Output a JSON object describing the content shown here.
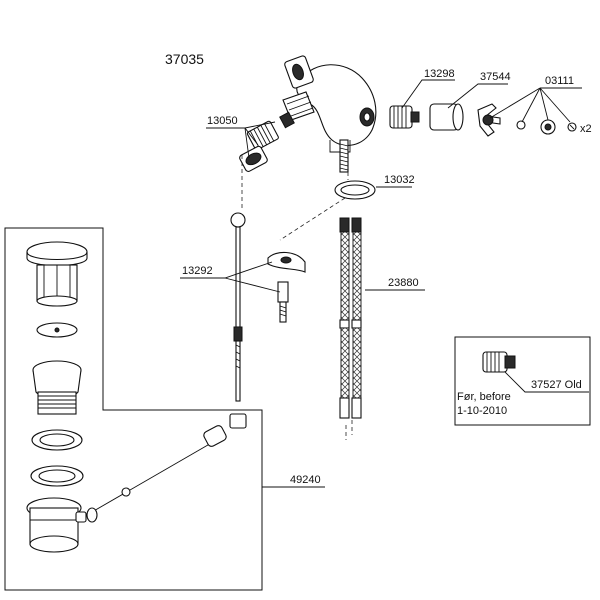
{
  "diagram": {
    "title": "37035",
    "callouts": {
      "p13298": "13298",
      "p37544": "37544",
      "p03111": "03111",
      "x2": "x2",
      "p13050": "13050",
      "p13032": "13032",
      "p13292": "13292",
      "p23880": "23880",
      "p49240": "49240",
      "p37527": "37527 Old"
    },
    "inset_note": {
      "line1": "Før, before",
      "line2": "1-10-2010"
    }
  }
}
